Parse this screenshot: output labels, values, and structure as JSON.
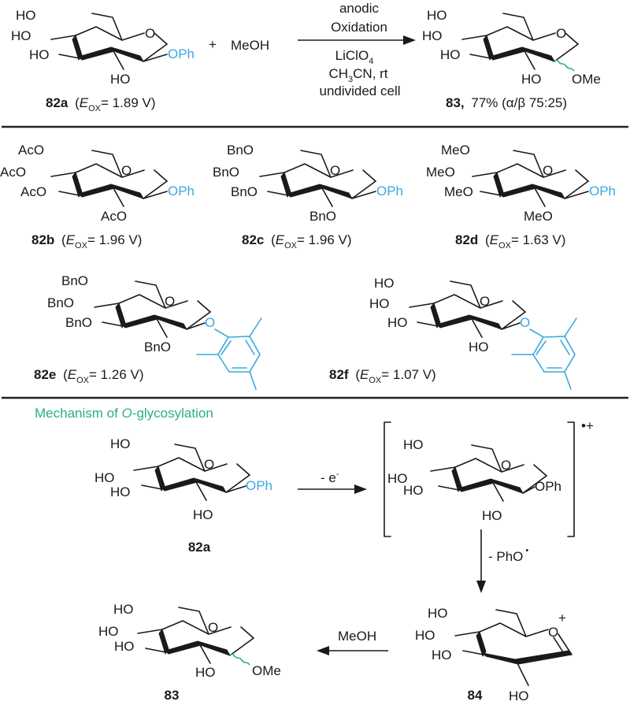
{
  "colors": {
    "highlight_blue": "#3aa8e0",
    "mechanism_green": "#2bb07f",
    "ink": "#1a1a1a"
  },
  "top_reaction": {
    "plus": "+",
    "reagent": "MeOH",
    "conditions_above": [
      "anodic",
      "Oxidation"
    ],
    "conditions_below": {
      "salt_main": "LiClO",
      "salt_sub": "4",
      "solvent_a": "CH",
      "solvent_sub": "3",
      "solvent_b": "CN, rt",
      "cell": "undivided cell"
    },
    "substrate": {
      "id": "82a",
      "eox_label": "E",
      "eox_sub": "OX",
      "eox_value": "= 1.89 V)",
      "open_paren": "("
    },
    "product": {
      "id": "83,",
      "yield": "77% (α/β 75:25)"
    }
  },
  "substituents": {
    "HO": "HO",
    "AcO": "AcO",
    "BnO": "BnO",
    "MeO": "MeO",
    "OPh": "OPh",
    "OMe": "OMe",
    "O": "O"
  },
  "analogs": [
    {
      "id": "82b",
      "eox_value": "= 1.96 V)"
    },
    {
      "id": "82c",
      "eox_value": "= 1.96 V)"
    },
    {
      "id": "82d",
      "eox_value": "= 1.63 V)"
    },
    {
      "id": "82e",
      "eox_value": "= 1.26 V)"
    },
    {
      "id": "82f",
      "eox_value": "= 1.07 V)"
    }
  ],
  "mechanism": {
    "title_a": "Mechanism of ",
    "title_italic": "O",
    "title_b": "-glycosylation",
    "step1_label": "- e",
    "step1_sup": "-",
    "radical_cation_charge": "•+",
    "step2_label": "- PhO",
    "step2_radical": "•",
    "step3_label": "MeOH",
    "start_id": "82a",
    "oxocarbenium_id": "84",
    "oxocarbenium_charge": "+",
    "product_id": "83"
  }
}
